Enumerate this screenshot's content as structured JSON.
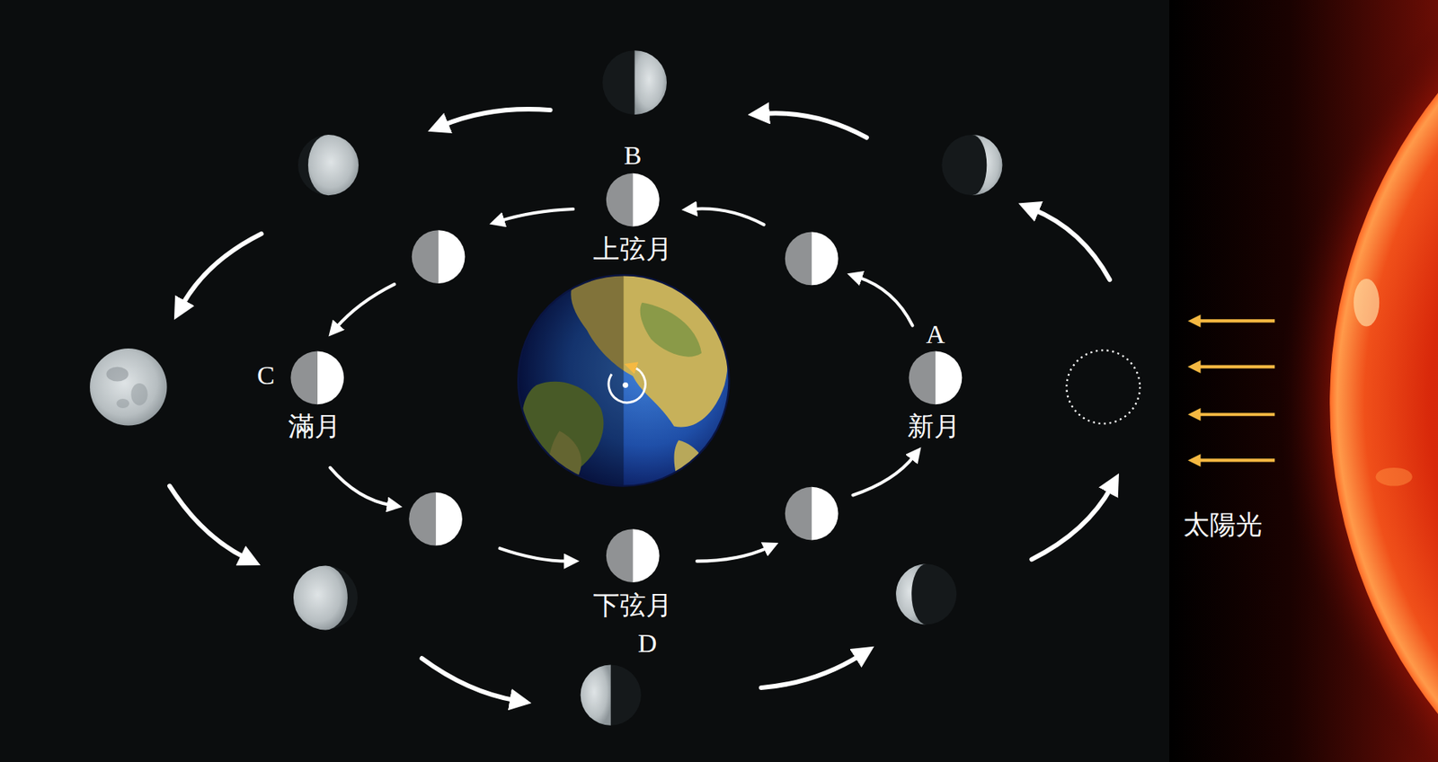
{
  "diagram": {
    "labels": [
      "B",
      "上弦月",
      "C",
      "滿月",
      "A",
      "新月",
      "太陽光",
      "下弦月",
      "D"
    ]
  }
}
